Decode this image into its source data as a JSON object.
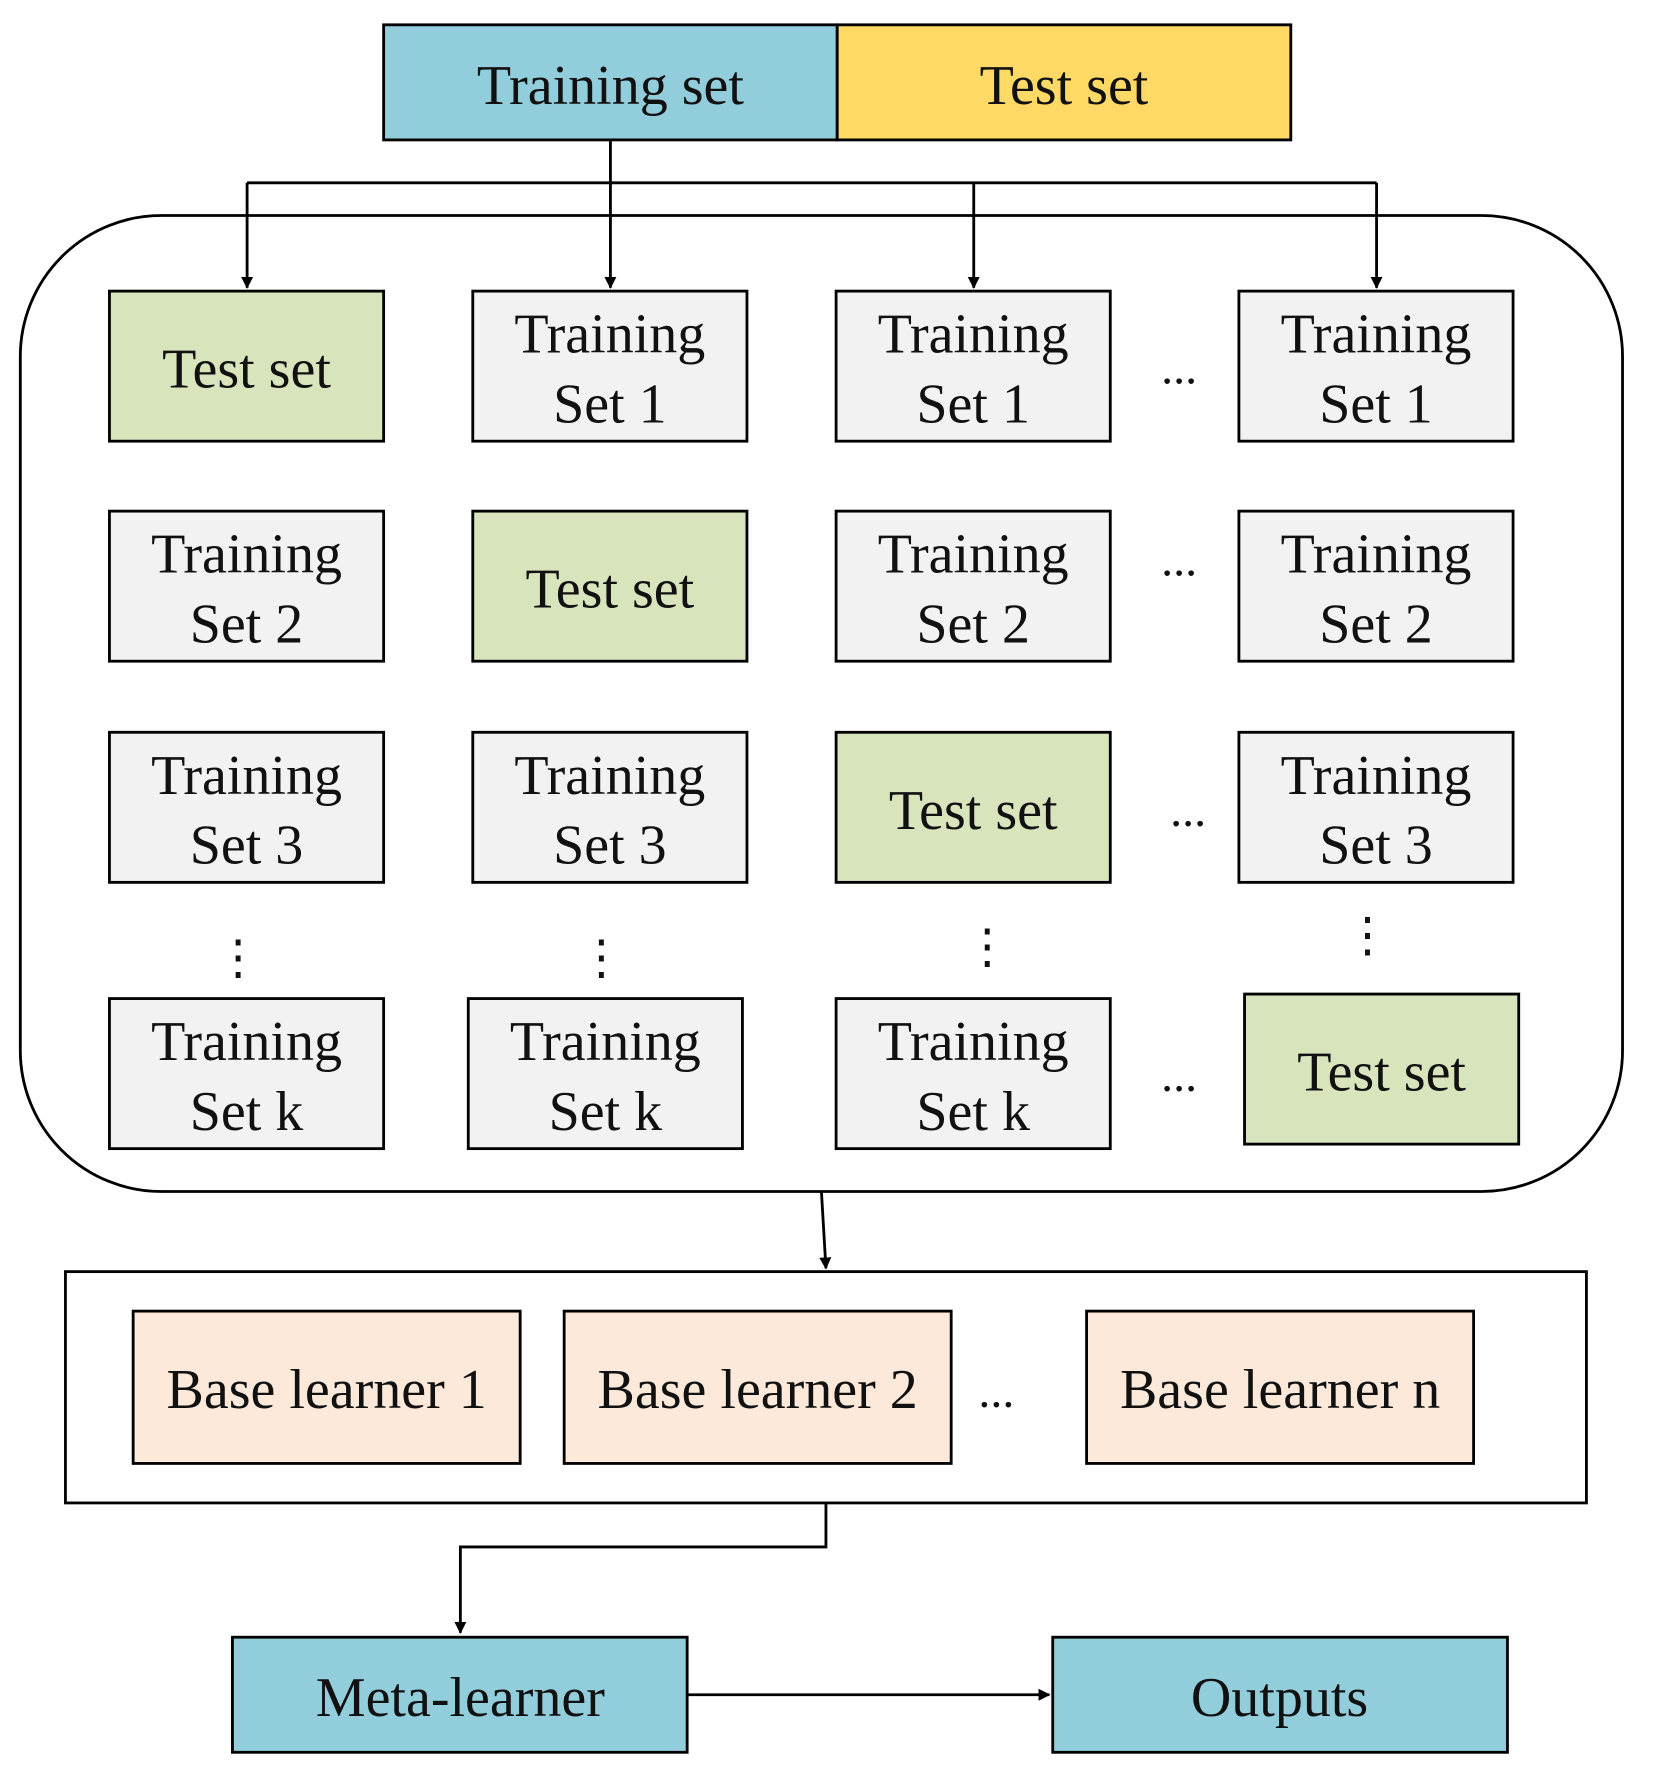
{
  "top": {
    "training": "Training set",
    "test": "Test set"
  },
  "grid": {
    "rows": [
      [
        [
          "Test set"
        ],
        [
          "Training",
          "Set 1"
        ],
        [
          "Training",
          "Set 1"
        ],
        [
          "Training",
          "Set 1"
        ]
      ],
      [
        [
          "Training",
          "Set 2"
        ],
        [
          "Test set"
        ],
        [
          "Training",
          "Set 2"
        ],
        [
          "Training",
          "Set 2"
        ]
      ],
      [
        [
          "Training",
          "Set 3"
        ],
        [
          "Training",
          "Set 3"
        ],
        [
          "Test set"
        ],
        [
          "Training",
          "Set 3"
        ]
      ],
      [
        [
          "Training",
          "Set k"
        ],
        [
          "Training",
          "Set k"
        ],
        [
          "Training",
          "Set k"
        ],
        [
          "Test set"
        ]
      ]
    ],
    "test_cells": [
      [
        0,
        0
      ],
      [
        1,
        1
      ],
      [
        2,
        2
      ],
      [
        3,
        3
      ]
    ]
  },
  "learners": [
    "Base learner 1",
    "Base learner 2",
    "Base learner n"
  ],
  "meta": "Meta-learner",
  "outputs": "Outputs",
  "ellipsis_h": "...",
  "ellipsis_v": "⋮",
  "colors": {
    "training_top": "#92CDDC",
    "test_top": "#FFD966",
    "test_cell": "#D8E4BC",
    "training_cell": "#F2F2F2",
    "learner": "#FCE9DA",
    "meta": "#92CDDC",
    "stroke": "#000000"
  }
}
